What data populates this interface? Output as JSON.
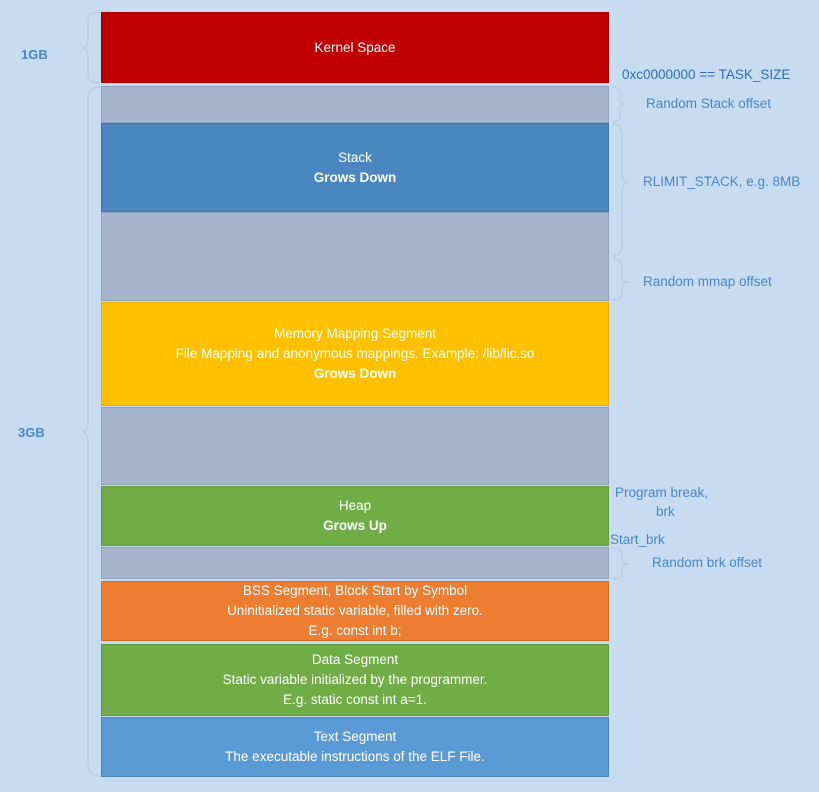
{
  "left_sizes": {
    "kernel": "1GB",
    "user": "3GB"
  },
  "segments": {
    "kernel": {
      "title": "Kernel Space",
      "color": "#c00000"
    },
    "stack_gap": {
      "color": "#a6b5cb"
    },
    "stack": {
      "title": "Stack",
      "subtitle": "Grows Down",
      "color": "#4a86bf"
    },
    "mmap_gap": {
      "color": "#a6b5cb"
    },
    "mmap": {
      "title": "Memory Mapping Segment",
      "line2": "File Mapping and anonymous mappings. Example: /lib/lic.so",
      "subtitle": "Grows Down",
      "color": "#ffc000"
    },
    "heap_gap": {
      "color": "#a6b5cb"
    },
    "heap": {
      "title": "Heap",
      "subtitle": "Grows Up",
      "color": "#70ad47"
    },
    "brk_gap": {
      "color": "#a6b5cb"
    },
    "bss": {
      "line1": "BSS Segment, Block Start by Symbol",
      "line2": "Uninitialized static variable, filled with zero.",
      "line3": "E.g. const int b;",
      "color": "#ed7d31"
    },
    "data": {
      "line1": "Data Segment",
      "line2": "Static variable initialized by the programmer.",
      "line3": "E.g. static const int a=1.",
      "color": "#70ad47"
    },
    "text": {
      "line1": "Text Segment",
      "line2": "The executable instructions of the ELF File.",
      "color": "#5b9bd5"
    }
  },
  "annotations": {
    "task_size": "0xc0000000 == TASK_SIZE",
    "random_stack_offset": "Random Stack offset",
    "rlimit_stack": "RLIMIT_STACK, e.g. 8MB",
    "random_mmap_offset": "Random mmap offset",
    "program_break_line1": "Program break,",
    "program_break_line2": "brk",
    "start_brk": "Start_brk",
    "random_brk_offset": "Random brk offset"
  }
}
